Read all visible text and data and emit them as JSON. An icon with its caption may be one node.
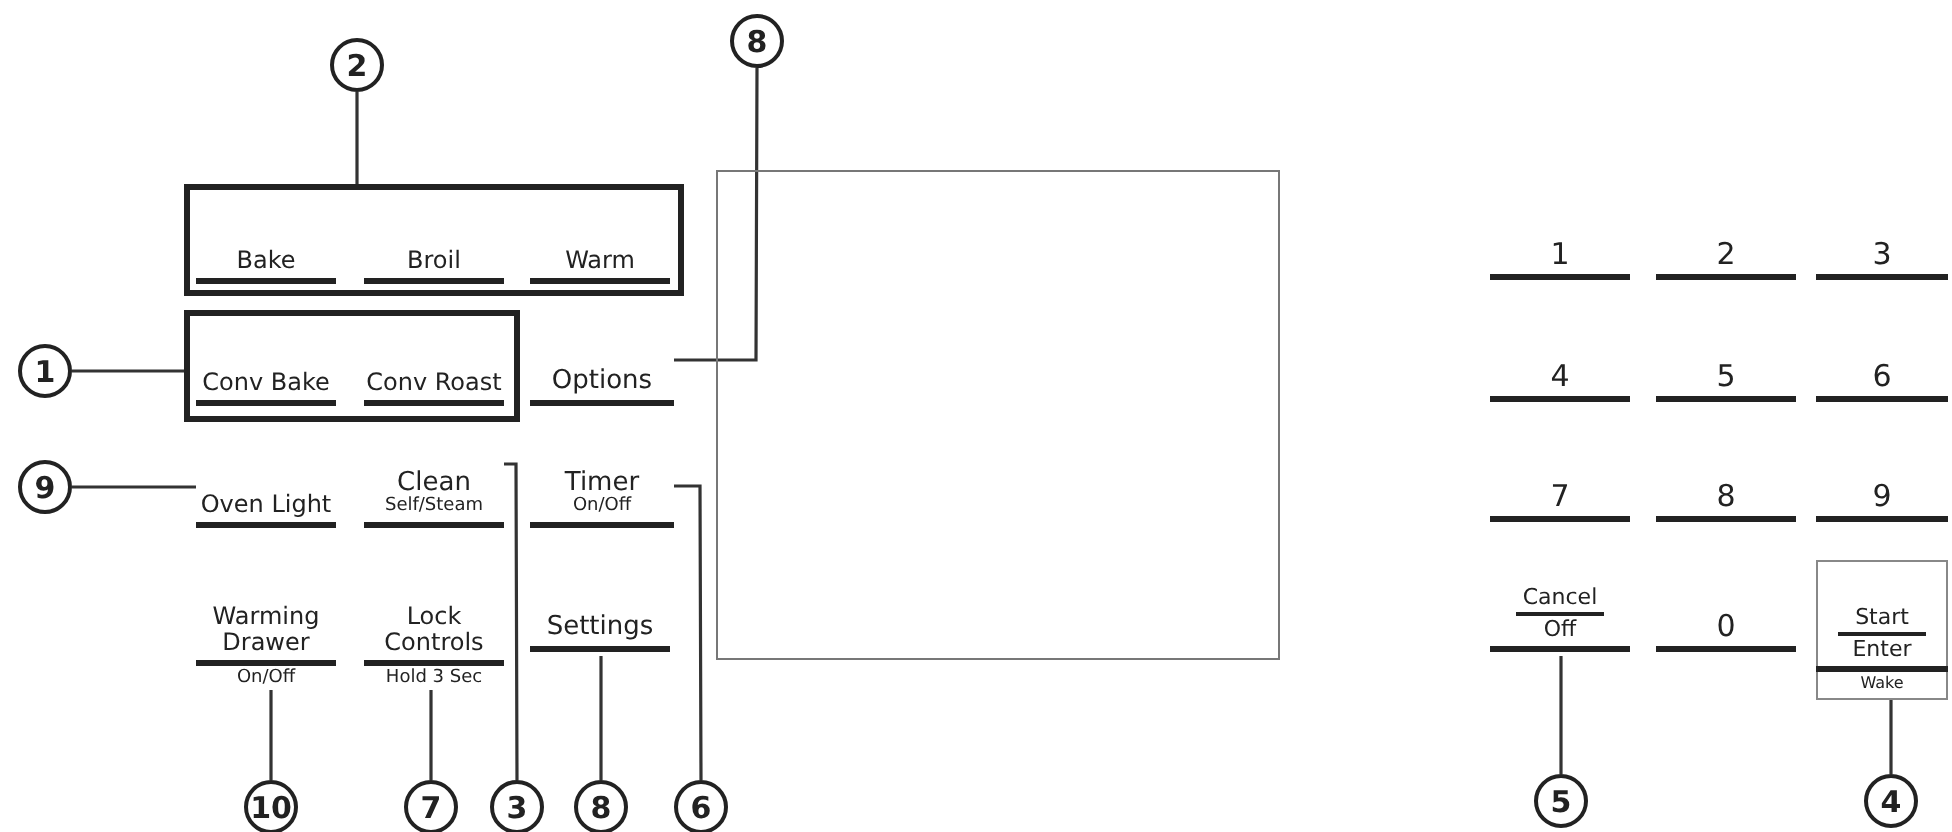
{
  "diagram": {
    "nodes": [
      {
        "text": [
          "2"
        ]
      },
      {
        "text": [
          "8"
        ]
      },
      {
        "text": [],
        "shape": "box"
      },
      {
        "text": [
          "Bake"
        ],
        "in": 2
      },
      {
        "text": [
          "Broil"
        ],
        "in": 2
      },
      {
        "text": [
          "Warm"
        ],
        "in": 2
      },
      {
        "text": [
          "1"
        ]
      },
      {
        "text": [],
        "shape": "box"
      },
      {
        "text": [
          "Conv Bake"
        ],
        "in": 7
      },
      {
        "text": [
          "Conv Roast"
        ],
        "in": 7
      },
      {
        "text": [
          "Options"
        ]
      },
      {
        "text": [
          "9"
        ]
      },
      {
        "text": [
          "Oven Light"
        ]
      },
      {
        "text": [
          "Clean",
          "Self/Steam"
        ]
      },
      {
        "text": [
          "Timer",
          "On/Off"
        ]
      },
      {
        "text": [
          "Warming Drawer",
          "On/Off"
        ]
      },
      {
        "text": [
          "Lock Controls",
          "Hold 3 Sec"
        ]
      },
      {
        "text": [
          "Settings"
        ]
      },
      {
        "text": [
          "1"
        ]
      },
      {
        "text": [
          "2"
        ]
      },
      {
        "text": [
          "3"
        ]
      },
      {
        "text": [
          "4"
        ]
      },
      {
        "text": [
          "5"
        ]
      },
      {
        "text": [
          "6"
        ]
      },
      {
        "text": [
          "7"
        ]
      },
      {
        "text": [
          "8"
        ]
      },
      {
        "text": [
          "9"
        ]
      },
      {
        "text": [
          "Cancel",
          "Off"
        ]
      },
      {
        "text": [
          "0"
        ]
      },
      {
        "text": [
          "Start",
          "Enter",
          "Wake"
        ]
      },
      {
        "text": [
          "10"
        ]
      },
      {
        "text": [
          "7"
        ]
      },
      {
        "text": [
          "3"
        ]
      },
      {
        "text": [
          "8"
        ]
      },
      {
        "text": [
          "6"
        ]
      },
      {
        "text": [
          "5"
        ]
      },
      {
        "text": [
          "4"
        ]
      },
      {
        "text": [],
        "shape": "box"
      }
    ],
    "edges": [
      {
        "from": 0,
        "to": 2,
        "arrow": "none"
      },
      {
        "from": 1,
        "to": 10,
        "arrow": "none"
      },
      {
        "from": 6,
        "to": 7,
        "arrow": "none"
      },
      {
        "from": 11,
        "to": 12,
        "arrow": "none"
      },
      {
        "from": 30,
        "to": 15,
        "arrow": "none"
      },
      {
        "from": 31,
        "to": 16,
        "arrow": "none"
      },
      {
        "from": 32,
        "to": 13,
        "arrow": "none"
      },
      {
        "from": 33,
        "to": 17,
        "arrow": "none"
      },
      {
        "from": 34,
        "to": 14,
        "arrow": "none"
      },
      {
        "from": 35,
        "to": 27,
        "arrow": "none"
      },
      {
        "from": 36,
        "to": 29,
        "arrow": "none"
      }
    ]
  }
}
